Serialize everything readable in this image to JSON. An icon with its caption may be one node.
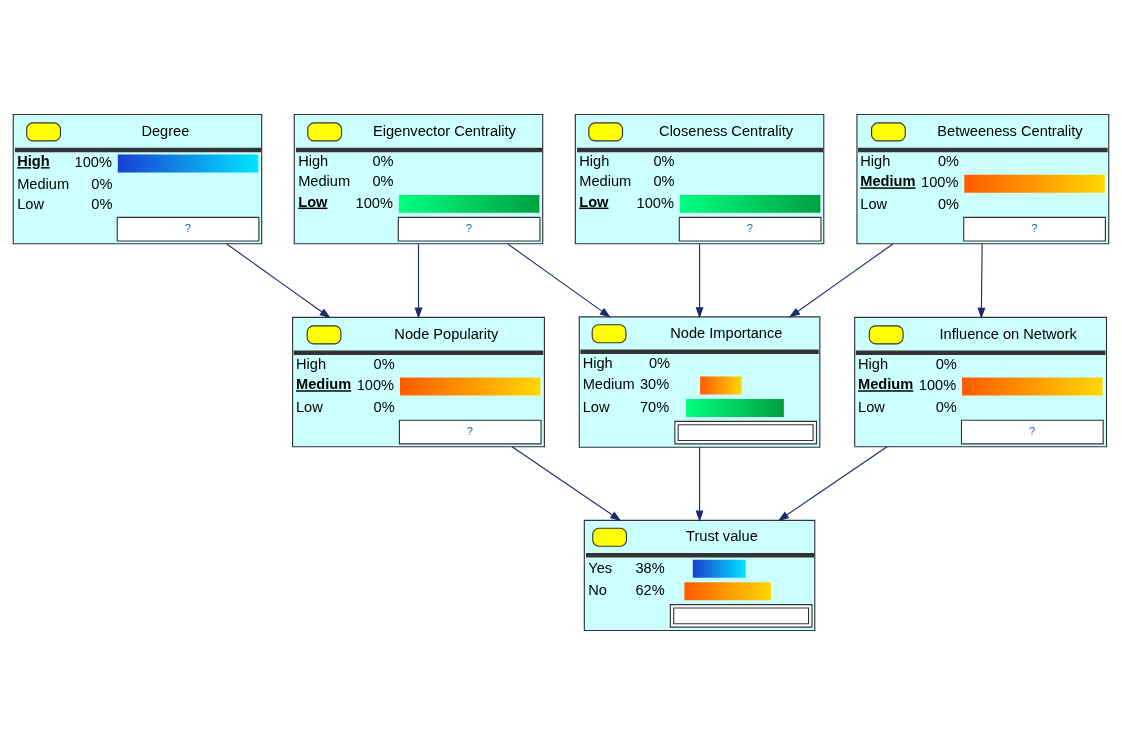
{
  "diagram": {
    "nodes": [
      {
        "text": [
          "Degree",
          "High",
          "100%",
          "Medium",
          "0%",
          "Low",
          "0%",
          "?"
        ]
      },
      {
        "text": [
          "Eigenvector Centrality",
          "High",
          "0%",
          "Medium",
          "0%",
          "Low",
          "100%",
          "?"
        ]
      },
      {
        "text": [
          "Closeness Centrality",
          "High",
          "0%",
          "Medium",
          "0%",
          "Low",
          "100%",
          "?"
        ]
      },
      {
        "text": [
          "Betweeness Centrality",
          "High",
          "0%",
          "Medium",
          "100%",
          "Low",
          "0%",
          "?"
        ]
      },
      {
        "text": [
          "Node Popularity",
          "High",
          "0%",
          "Medium",
          "100%",
          "Low",
          "0%",
          "?"
        ]
      },
      {
        "text": [
          "Node Importance",
          "High",
          "0%",
          "Medium",
          "30%",
          "Low",
          "70%"
        ]
      },
      {
        "text": [
          "Influence on Network",
          "High",
          "0%",
          "Medium",
          "100%",
          "Low",
          "0%",
          "?"
        ]
      },
      {
        "text": [
          "Trust value",
          "Yes",
          "38%",
          "No",
          "62%"
        ]
      }
    ],
    "edges": [
      {
        "from": 0,
        "to": 4,
        "arrow": "to"
      },
      {
        "from": 1,
        "to": 4,
        "arrow": "to"
      },
      {
        "from": 1,
        "to": 5,
        "arrow": "to"
      },
      {
        "from": 2,
        "to": 5,
        "arrow": "to"
      },
      {
        "from": 3,
        "to": 5,
        "arrow": "to"
      },
      {
        "from": 3,
        "to": 6,
        "arrow": "to"
      },
      {
        "from": 4,
        "to": 7,
        "arrow": "to"
      },
      {
        "from": 5,
        "to": 7,
        "arrow": "to"
      },
      {
        "from": 6,
        "to": 7,
        "arrow": "to"
      }
    ]
  }
}
